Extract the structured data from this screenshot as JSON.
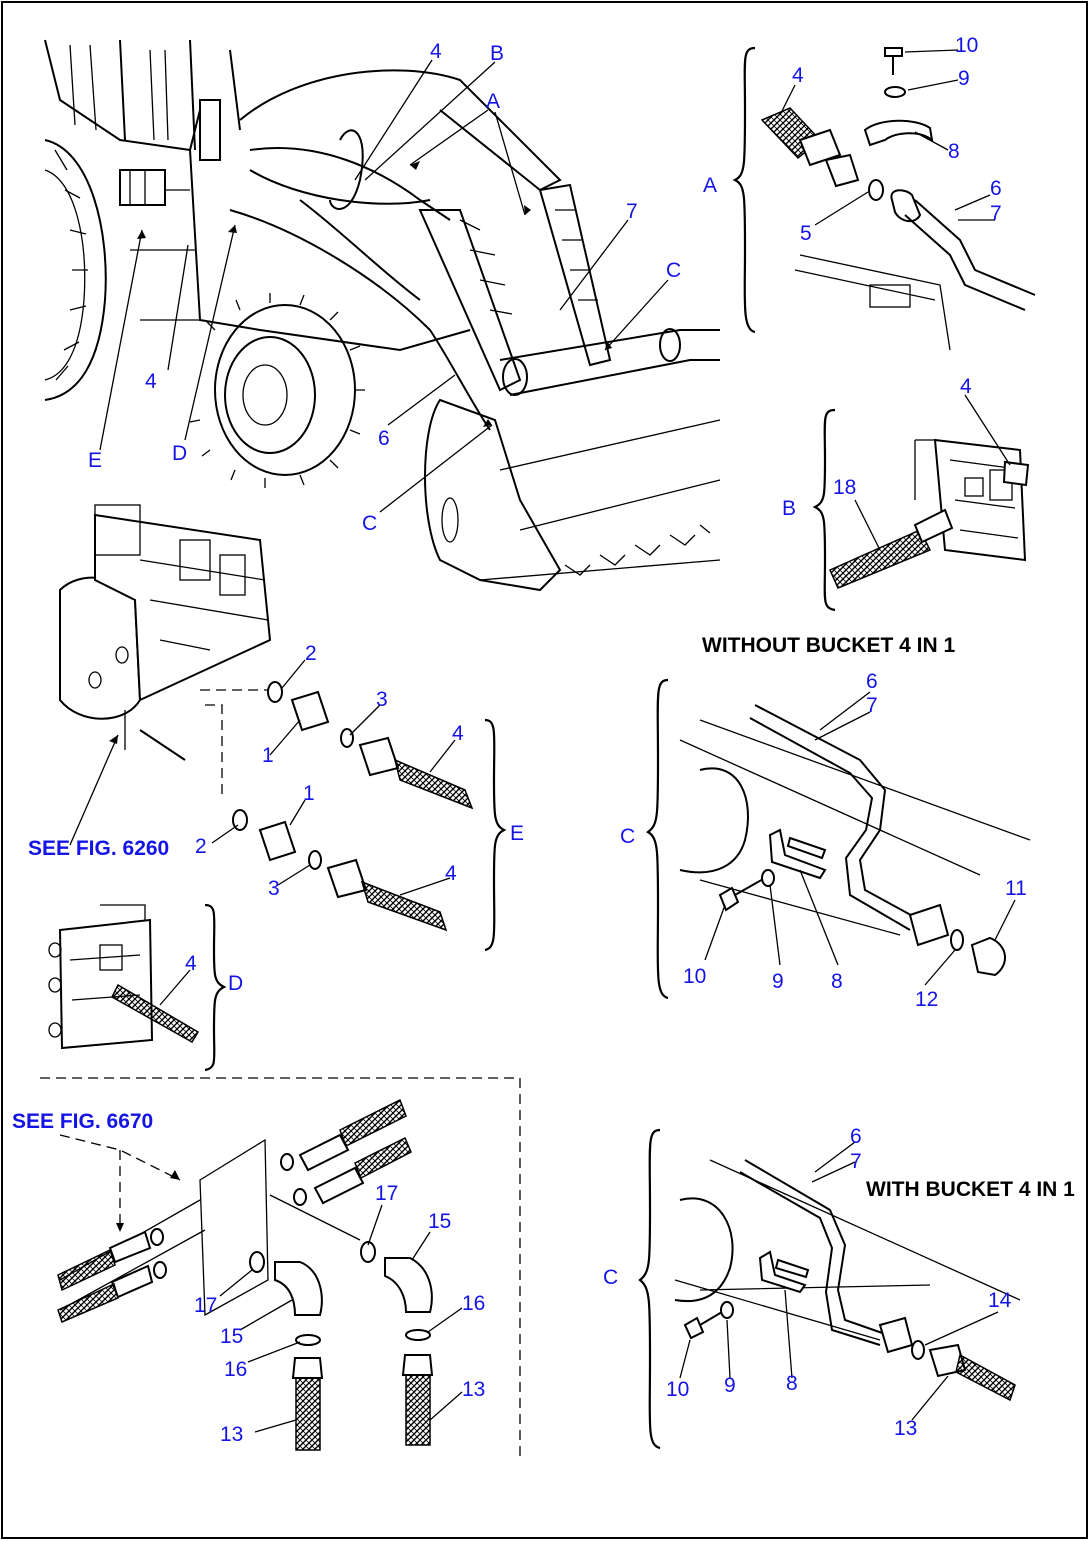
{
  "views": {
    "main": {
      "labels": [
        "4",
        "B",
        "A",
        "7",
        "C",
        "4",
        "E",
        "D",
        "6",
        "C"
      ]
    },
    "detail_A": {
      "letter": "A",
      "labels": [
        "10",
        "9",
        "4",
        "8",
        "6",
        "7",
        "5"
      ]
    },
    "detail_B": {
      "letter": "B",
      "labels": [
        "4",
        "18"
      ]
    },
    "caption_without": "WITHOUT BUCKET 4 IN 1",
    "detail_C_without": {
      "letter": "C",
      "labels": [
        "6",
        "7",
        "11",
        "10",
        "9",
        "8",
        "12"
      ]
    },
    "detail_E": {
      "letter": "E",
      "labels": [
        "2",
        "3",
        "4",
        "1",
        "1",
        "2",
        "3",
        "4"
      ],
      "ref": "SEE FIG. 6260"
    },
    "detail_D": {
      "letter": "D",
      "labels": [
        "4"
      ]
    },
    "detail_lower_left": {
      "ref": "SEE FIG. 6670",
      "labels": [
        "17",
        "15",
        "17",
        "15",
        "16",
        "16",
        "13",
        "13"
      ]
    },
    "caption_with": "WITH BUCKET 4 IN 1",
    "detail_C_with": {
      "letter": "C",
      "labels": [
        "6",
        "7",
        "14",
        "10",
        "9",
        "8",
        "13"
      ]
    }
  }
}
